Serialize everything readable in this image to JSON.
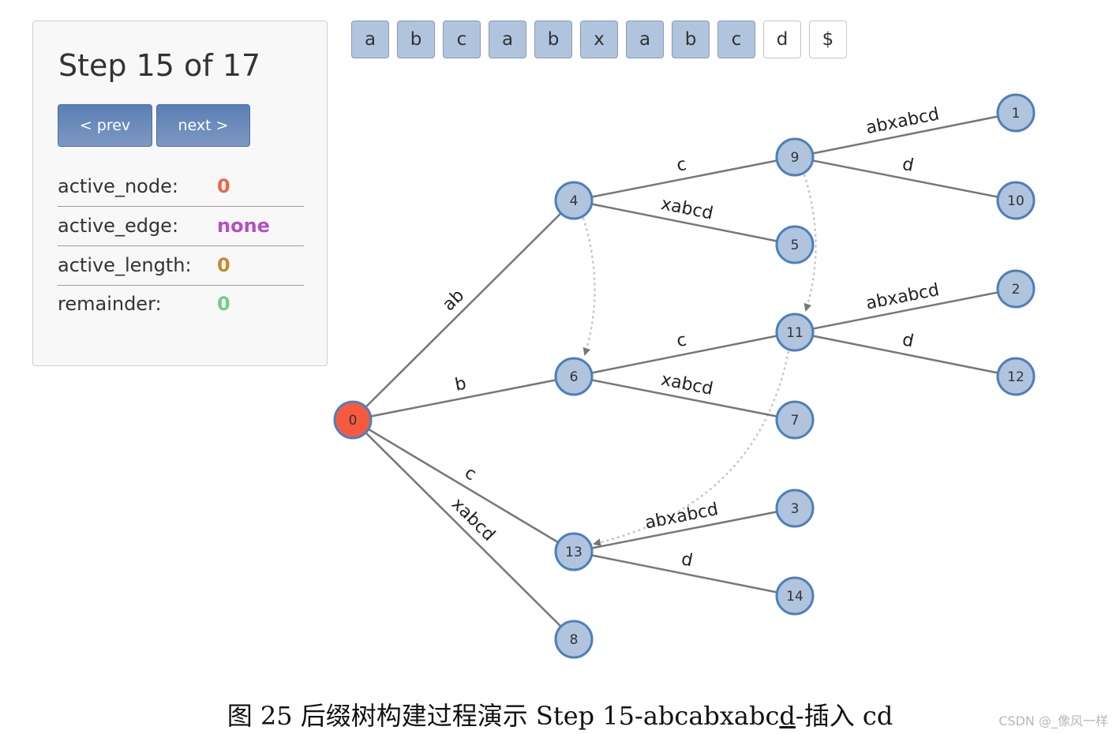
{
  "panel": {
    "step_title": "Step 15 of 17",
    "prev_label": "< prev",
    "next_label": "next >",
    "vars": [
      {
        "label": "active_node:",
        "value": "0",
        "color": "#f16445"
      },
      {
        "label": "active_edge:",
        "value": "none",
        "color": "#b44fc2"
      },
      {
        "label": "active_length:",
        "value": "0",
        "color": "#c7892c"
      },
      {
        "label": "remainder:",
        "value": "0",
        "color": "#6ecf85"
      }
    ]
  },
  "string_chars": [
    {
      "ch": "a",
      "done": true
    },
    {
      "ch": "b",
      "done": true
    },
    {
      "ch": "c",
      "done": true
    },
    {
      "ch": "a",
      "done": true
    },
    {
      "ch": "b",
      "done": true
    },
    {
      "ch": "x",
      "done": true
    },
    {
      "ch": "a",
      "done": true
    },
    {
      "ch": "b",
      "done": true
    },
    {
      "ch": "c",
      "done": true
    },
    {
      "ch": "d",
      "done": false
    },
    {
      "ch": "$",
      "done": false
    }
  ],
  "colors": {
    "root_fill": "#f55a41",
    "root_stroke": "#b63a26",
    "node_fill": "#b0c4de",
    "node_stroke": "#4f7fba",
    "edge": "#777777",
    "suffix_link": "#c6c6c6"
  },
  "tree": {
    "nodes": [
      {
        "id": "0",
        "root": true
      },
      {
        "id": "4"
      },
      {
        "id": "6"
      },
      {
        "id": "13"
      },
      {
        "id": "8"
      },
      {
        "id": "9"
      },
      {
        "id": "5"
      },
      {
        "id": "11"
      },
      {
        "id": "7"
      },
      {
        "id": "3"
      },
      {
        "id": "14"
      },
      {
        "id": "1"
      },
      {
        "id": "10"
      },
      {
        "id": "2"
      },
      {
        "id": "12"
      }
    ],
    "edges": [
      {
        "from": "0",
        "to": "4",
        "label": "ab"
      },
      {
        "from": "0",
        "to": "6",
        "label": "b"
      },
      {
        "from": "0",
        "to": "13",
        "label": "c"
      },
      {
        "from": "0",
        "to": "8",
        "label": "xabcd"
      },
      {
        "from": "4",
        "to": "9",
        "label": "c"
      },
      {
        "from": "4",
        "to": "5",
        "label": "xabcd"
      },
      {
        "from": "6",
        "to": "11",
        "label": "c"
      },
      {
        "from": "6",
        "to": "7",
        "label": "xabcd"
      },
      {
        "from": "13",
        "to": "3",
        "label": "abxabcd"
      },
      {
        "from": "13",
        "to": "14",
        "label": "d"
      },
      {
        "from": "9",
        "to": "1",
        "label": "abxabcd"
      },
      {
        "from": "9",
        "to": "10",
        "label": "d"
      },
      {
        "from": "11",
        "to": "2",
        "label": "abxabcd"
      },
      {
        "from": "11",
        "to": "12",
        "label": "d"
      }
    ],
    "suffix_links": [
      {
        "from": "4",
        "to": "6"
      },
      {
        "from": "9",
        "to": "11"
      },
      {
        "from": "11",
        "to": "13"
      }
    ]
  },
  "caption": {
    "prefix": "图 25  后缀树构建过程演示 Step 15-abcabxabc",
    "underlined": "d",
    "suffix": "-插入 cd"
  },
  "watermark": "CSDN @_像风一样"
}
